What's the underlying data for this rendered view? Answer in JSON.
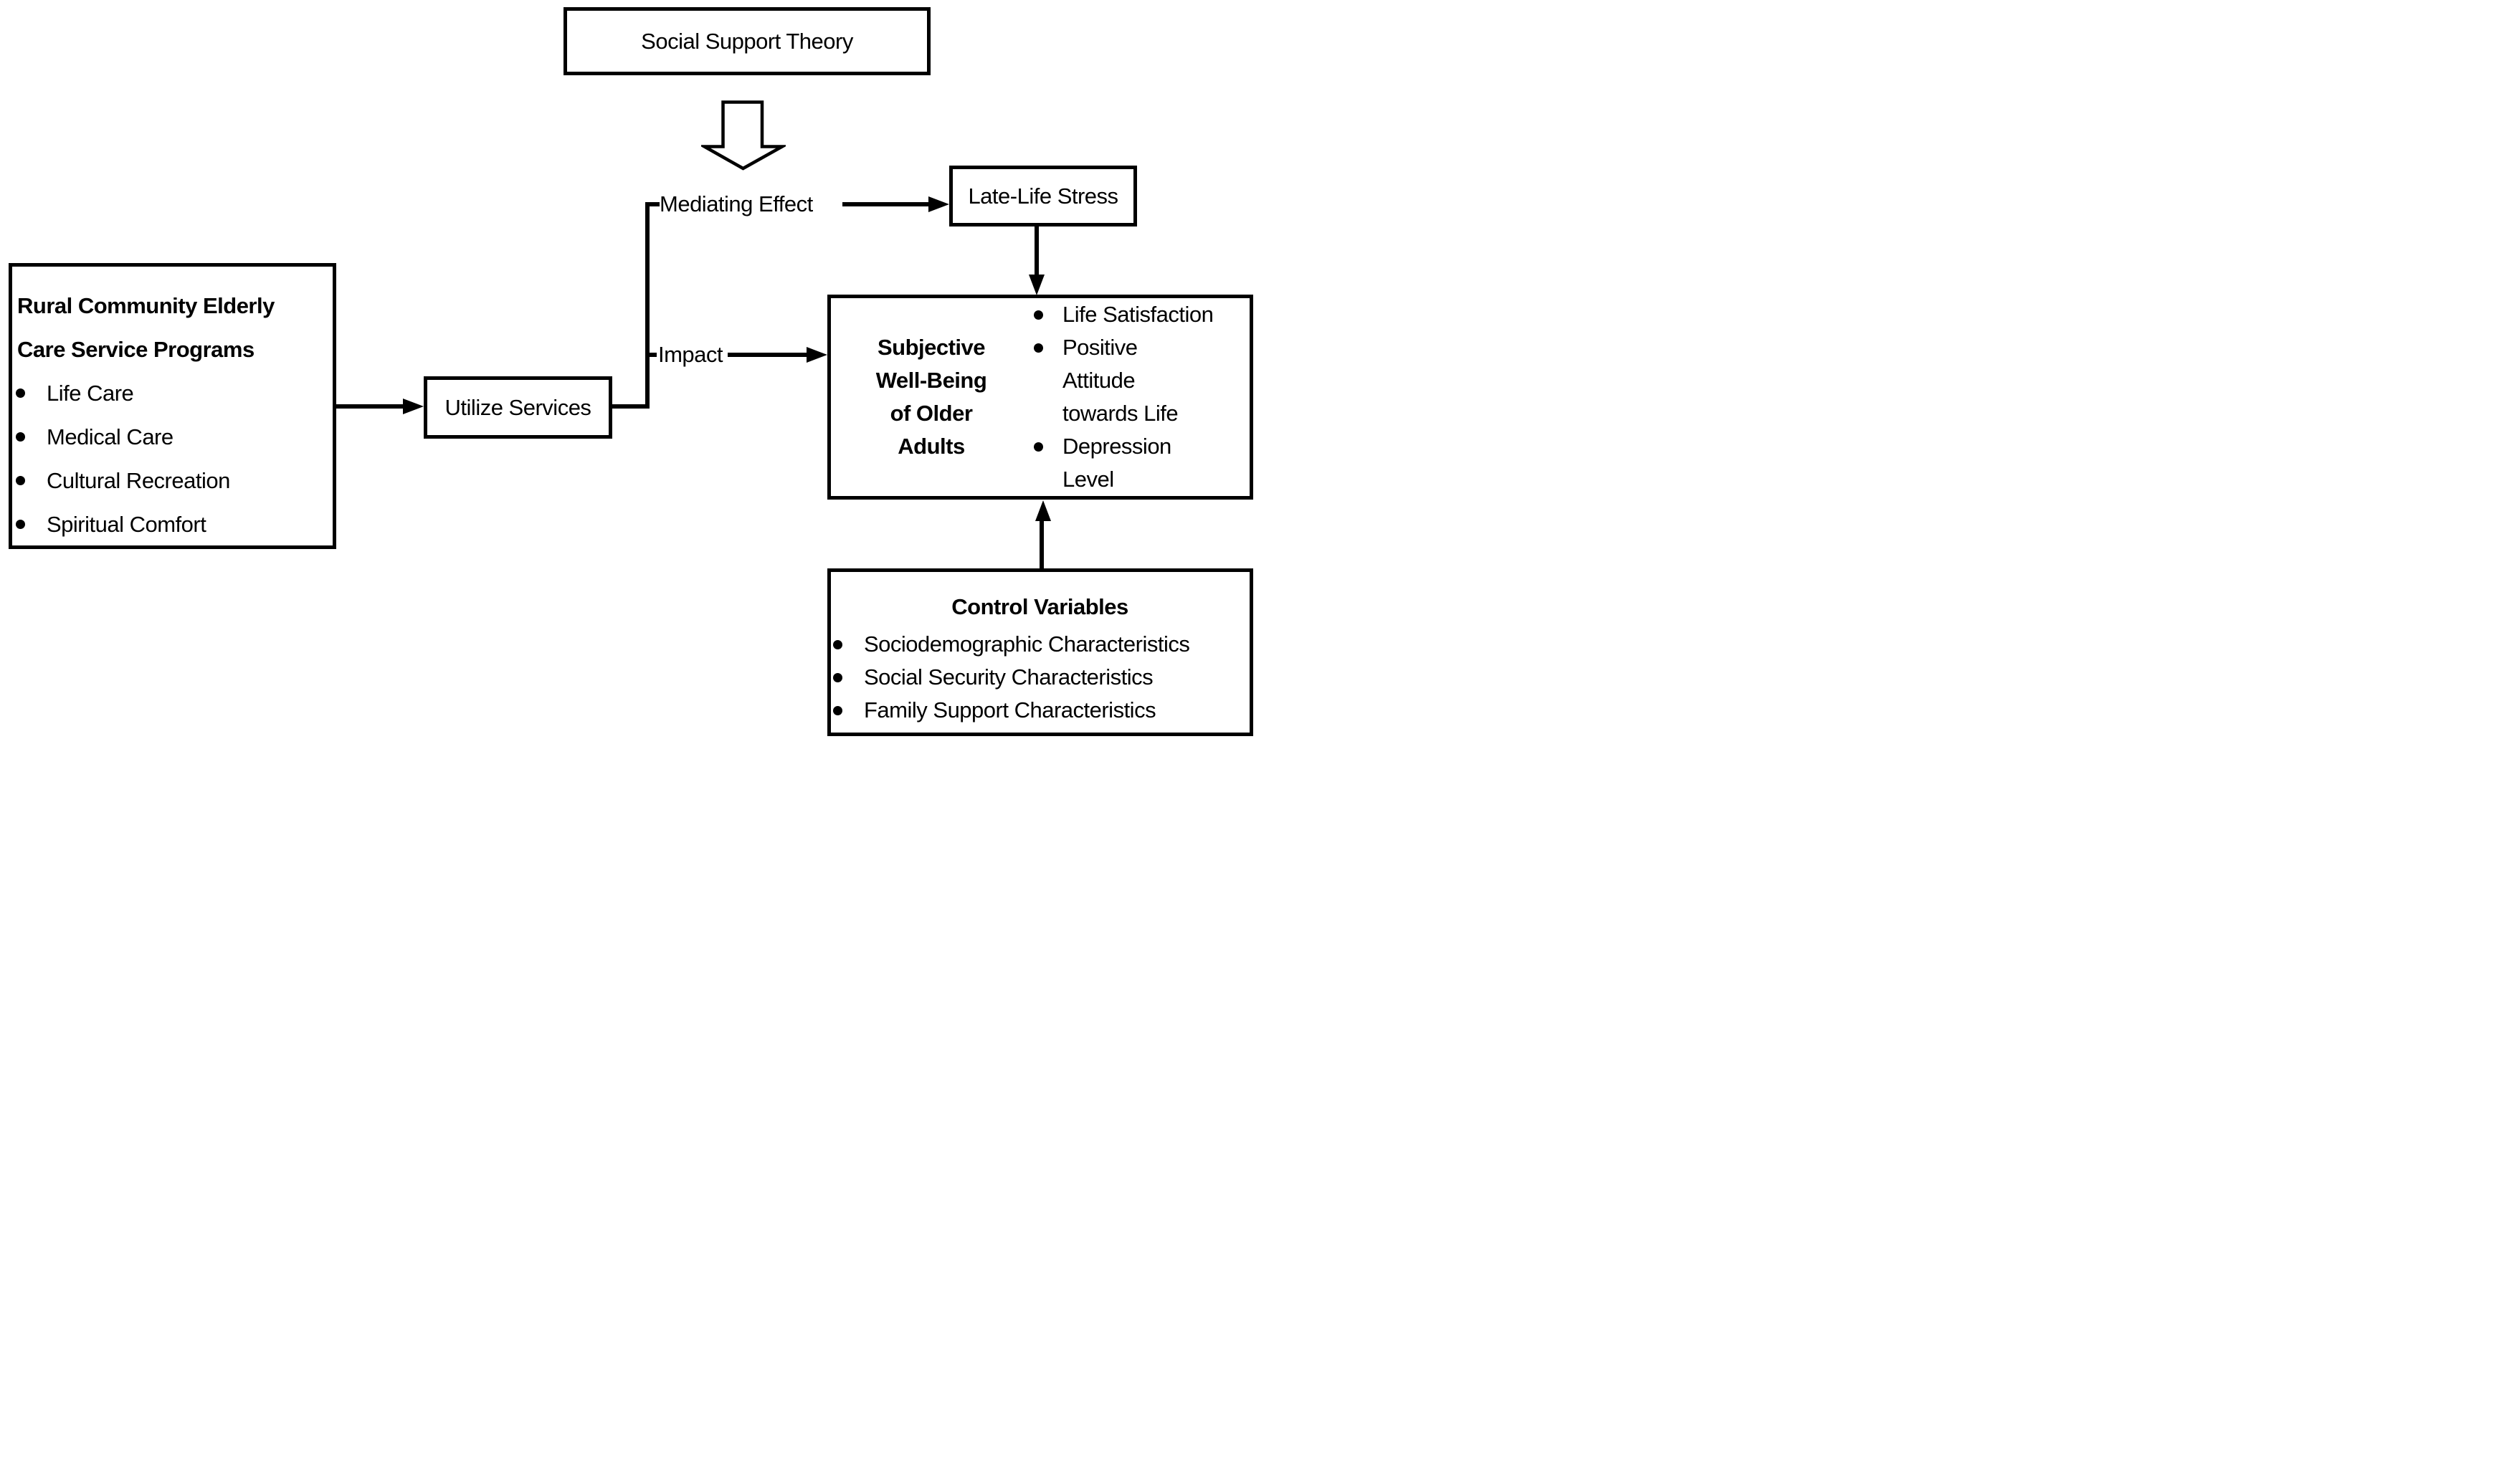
{
  "colors": {
    "ink": "#000000",
    "background": "#ffffff"
  },
  "theory_box": {
    "label": "Social Support Theory"
  },
  "connectors": {
    "mediating_label": "Mediating Effect",
    "impact_label": "Impact"
  },
  "late_life_box": {
    "label": "Late-Life Stress"
  },
  "programs_box": {
    "title": "Rural Community Elderly\nCare Service Programs",
    "bullets": [
      "Life Care",
      "Medical Care",
      "Cultural Recreation",
      "Spiritual Comfort"
    ]
  },
  "utilize_box": {
    "label": "Utilize Services"
  },
  "wellbeing_box": {
    "title": "Subjective\nWell-Being\nof Older\nAdults",
    "bullets": [
      "Life Satisfaction",
      "Positive\nAttitude\ntowards Life",
      "Depression\nLevel"
    ]
  },
  "controls_box": {
    "title": "Control Variables",
    "bullets": [
      "Sociodemographic Characteristics",
      "Social Security Characteristics",
      "Family Support Characteristics"
    ]
  },
  "icons": {
    "big_down_arrow": "hollow-down-arrow",
    "arrowheads": "solid-triangle"
  }
}
